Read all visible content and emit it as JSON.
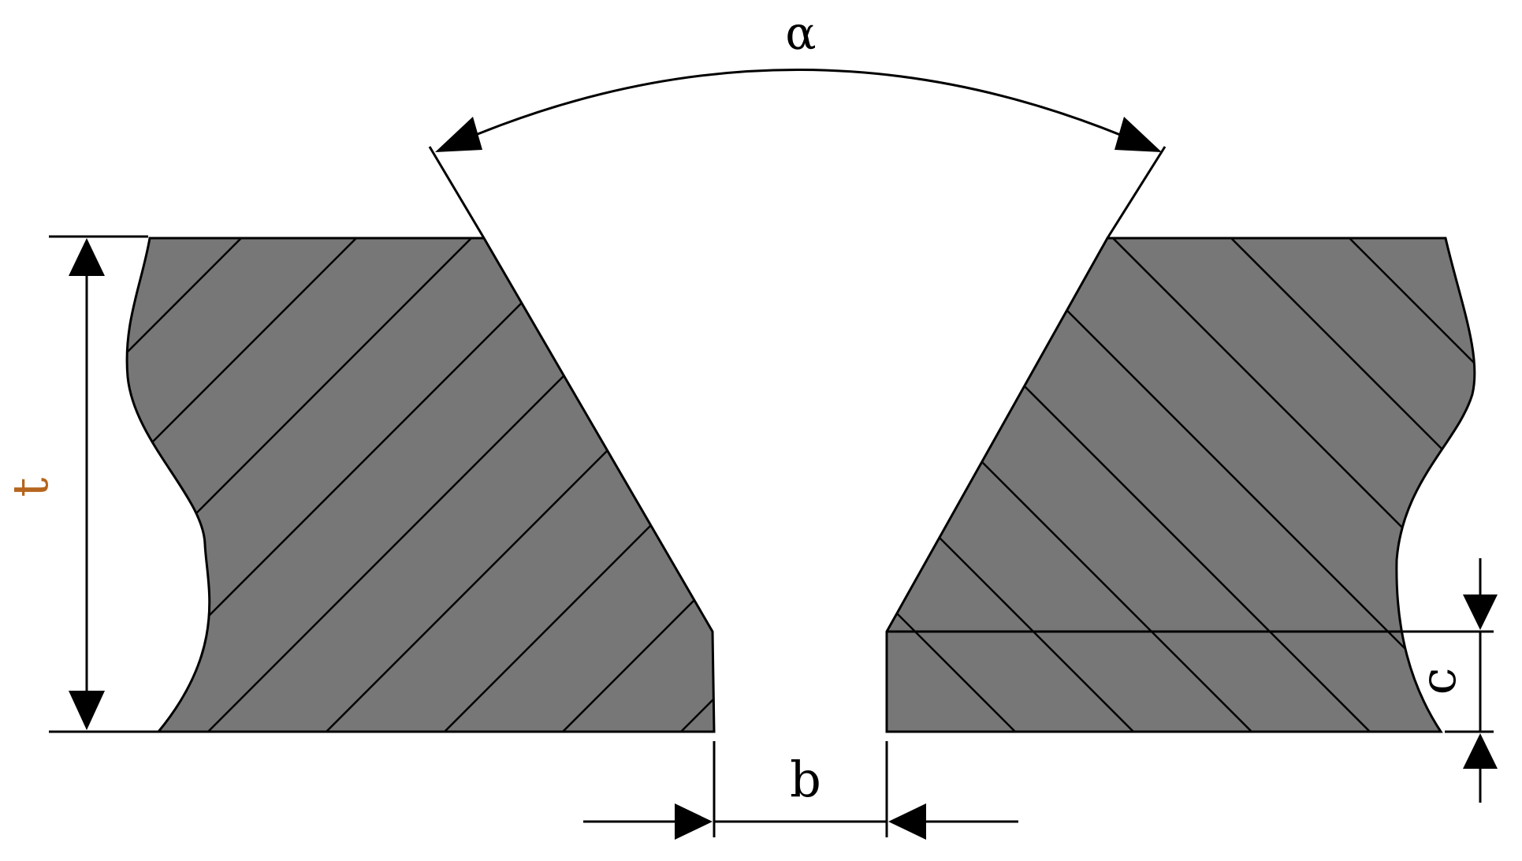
{
  "labels": {
    "alpha": "α",
    "t": "t",
    "b": "b",
    "c": "c"
  },
  "colors": {
    "plate_fill": "#777777",
    "line": "#000000",
    "background": "#ffffff",
    "t_label": "#b5651d"
  }
}
